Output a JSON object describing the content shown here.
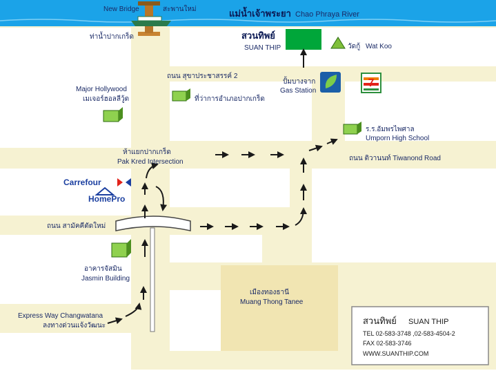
{
  "colors": {
    "river": "#1ba3e8",
    "road": "#f6f2d2",
    "block": "#ffffff",
    "text": "#1a2a66",
    "green": "#00a63a"
  },
  "river": {
    "name_th": "แม่น้ำเจ้าพระยา",
    "name_en": "Chao Phraya River"
  },
  "bridge": {
    "name_en": "New Bridge",
    "name_th": "สะพานใหม่"
  },
  "pier": {
    "name_th": "ท่าน้ำปากเกร็ด"
  },
  "suan_thip": {
    "name_th": "สวนทิพย์",
    "name_en": "SUAN THIP"
  },
  "wat_koo": {
    "name_th": "วัดกู้",
    "name_en": "Wat Koo"
  },
  "roads": {
    "sukhapracha": "ถนน สุขาประชาสรรค์ 2",
    "tiwanond": "ถนน ติวานนท์  Tiwanond Road",
    "samakkhi": "ถนน สามัคคีตัดใหม่"
  },
  "gas_station": {
    "name_th": "ปั้มบางจาก",
    "name_en": "Gas Station"
  },
  "district_office": {
    "name_th": "ที่ว่าการอำเภอปากเกร็ด"
  },
  "major_hollywood": {
    "name_en": "Major Hollywood",
    "name_th": "เมเจอร์ฮอลลีวู้ด"
  },
  "umporn_school": {
    "name_th": "ร.ร.อัมพรไพศาล",
    "name_en": "Umporn High School"
  },
  "intersection": {
    "name_th": "ห้าแยกปากเกร็ด",
    "name_en": "Pak Kred Intersection"
  },
  "carrefour": {
    "name": "Carrefour"
  },
  "homepro": {
    "name": "HomePro"
  },
  "jasmin": {
    "name_th": "อาคารจัสมิน",
    "name_en": "Jasmin Building"
  },
  "muang_thong": {
    "name_th": "เมืองทองธานี",
    "name_en": "Muang Thong Tanee"
  },
  "expressway": {
    "name_en": "Express Way  Changwatana",
    "name_th": "ลงทางด่วนแจ้งวัฒนะ"
  },
  "contact": {
    "name_th": "สวนทิพย์",
    "name_en": "SUAN THIP",
    "tel": "TEL  02-583-3748 ,02-583-4504-2",
    "fax": "FAX  02-583-3746",
    "web": "WWW.SUANTHIP.COM"
  },
  "icons": [
    "bridge-icon",
    "boat-icon",
    "tree-icon",
    "building-icon",
    "bangchak-logo-icon",
    "seven-eleven-icon",
    "carrefour-logo-icon",
    "homepro-logo-icon",
    "arrow-icon"
  ]
}
